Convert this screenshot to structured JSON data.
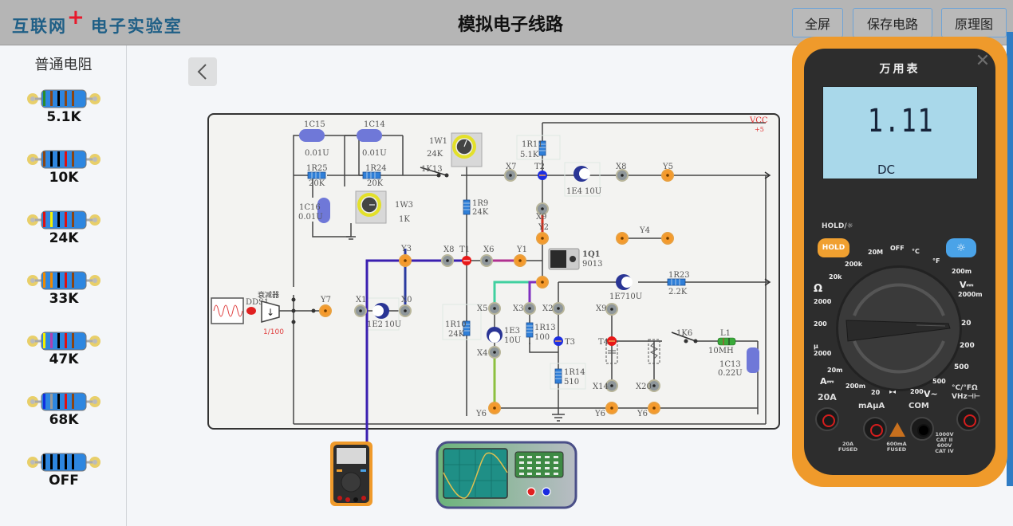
{
  "header": {
    "logo_main": "互联网",
    "logo_plus": "+",
    "logo_sub": "电子实验室",
    "title": "模拟电子线路",
    "buttons": [
      {
        "label": "全屏"
      },
      {
        "label": "保存电路"
      },
      {
        "label": "原理图"
      }
    ]
  },
  "sidebar": {
    "title": "普通电阻",
    "resistors": [
      {
        "label": "5.1K",
        "bands": [
          "#2a8c2a",
          "#8b4513",
          "#000000",
          "#8b4513",
          "#8b4513"
        ]
      },
      {
        "label": "10K",
        "bands": [
          "#8b4513",
          "#000000",
          "#000000",
          "#e01010",
          "#8b4513"
        ]
      },
      {
        "label": "24K",
        "bands": [
          "#e01010",
          "#f5f000",
          "#000000",
          "#e01010",
          "#8b4513"
        ]
      },
      {
        "label": "33K",
        "bands": [
          "#f08a00",
          "#f08a00",
          "#000000",
          "#e01010",
          "#8b4513"
        ]
      },
      {
        "label": "47K",
        "bands": [
          "#f5f000",
          "#b040b0",
          "#000000",
          "#e01010",
          "#8b4513"
        ]
      },
      {
        "label": "68K",
        "bands": [
          "#1030e0",
          "#9a9a9a",
          "#000000",
          "#e01010",
          "#8b4513"
        ]
      },
      {
        "label": "OFF",
        "bands": [
          "#000000",
          "#000000",
          "#000000",
          "#000000",
          "#000000"
        ]
      }
    ]
  },
  "nav": {
    "back_icon": "chevron-left-icon"
  },
  "circuit": {
    "vcc_label": "VCC",
    "vcc_value": "+5",
    "source_label": "DDS1",
    "attenuator_label": "衰减器",
    "attenuator_ratio": "1/100",
    "components": {
      "c15": {
        "name": "1C15",
        "value": "0.01U"
      },
      "c14": {
        "name": "1C14",
        "value": "0.01U"
      },
      "r25": {
        "name": "1R25",
        "value": "20K"
      },
      "r24": {
        "name": "1R24",
        "value": "20K"
      },
      "c16": {
        "name": "1C16",
        "value": "0.01U"
      },
      "w3": {
        "name": "1W3",
        "value": "1K"
      },
      "w1": {
        "name": "1W1",
        "value": "24K"
      },
      "k13": {
        "name": "1K13"
      },
      "r9": {
        "name": "1R9",
        "value": "24K"
      },
      "r11": {
        "name": "1R11",
        "value": "5.1K"
      },
      "e4": {
        "name": "1E4",
        "value": "10U"
      },
      "q1": {
        "name": "1Q1",
        "value": "9013"
      },
      "e2": {
        "name": "1E2",
        "value": "10U"
      },
      "r10": {
        "name": "1R10",
        "value": "24K"
      },
      "e3": {
        "name": "1E3",
        "value": "10U"
      },
      "r13": {
        "name": "1R13",
        "value": "100"
      },
      "e7": {
        "name": "1E7",
        "value": "10U"
      },
      "r23": {
        "name": "1R23",
        "value": "2.2K"
      },
      "r14": {
        "name": "1R14",
        "value": "510"
      },
      "k6": {
        "name": "1K6"
      },
      "l1": {
        "name": "L1",
        "value": "10MH"
      },
      "c13": {
        "name": "1C13",
        "value": "0.22U"
      }
    },
    "nodes": {
      "x1": "X1",
      "x0": "X0",
      "x2": "X2",
      "x3": "X3",
      "x4": "X4",
      "x5": "X5",
      "x6": "X6",
      "x7": "X7",
      "x8": "X8",
      "x9": "X9",
      "x8b": "X8",
      "x14": "X14",
      "x20": "X20",
      "xq": "X9",
      "y1": "Y1",
      "y2": "Y2",
      "y3": "Y3",
      "y4": "Y4",
      "y5": "Y5",
      "y6": "Y6",
      "y7": "Y7",
      "t1": "T1",
      "t2": "T2",
      "t3": "T3",
      "t4": "T4"
    },
    "wire_colors": {
      "probe": "#3a1fb0",
      "y3_x0": "#2a3aa0",
      "x6_y1": "#b03090",
      "x5_q": "#40d0a0",
      "x3_q": "#8030c0",
      "x4_y6": "#8cc040",
      "x9_y2": "#d03020"
    }
  },
  "multimeter": {
    "title": "万用表",
    "reading": "1.11",
    "mode": "DC",
    "hold_label": "HOLD/☼",
    "hold_button": "HOLD",
    "light_icon": "☼",
    "close_icon": "✕",
    "selected_range": "V⎓ 20",
    "dial_labels": {
      "off": "OFF",
      "r20M": "20M",
      "r200k": "200k",
      "r20k": "20k",
      "ohm": "Ω",
      "r2000": "2000",
      "r200": "200",
      "c_deg": "°C",
      "f_deg": "°F",
      "v200m": "200m",
      "vdc": "V⎓",
      "v2000m": "2000m",
      "v20": "20",
      "v200": "200",
      "v500": "500",
      "mu2000": "μ 2000",
      "a20m": "20m",
      "adc": "A⎓",
      "a200m": "200m",
      "a20": "20",
      "diode": "▸◂",
      "vac200": "200",
      "vac": "V~",
      "vac500": "500"
    },
    "jacks": [
      {
        "label": "20A",
        "note": "20A FUSED"
      },
      {
        "label": "mAμA",
        "note": "600mA FUSED"
      },
      {
        "label": "COM",
        "note": "1000V CAT II 600V CAT IV"
      },
      {
        "label": "°C/°FΩ VHz⊣⊢",
        "note": ""
      }
    ]
  },
  "tools": [
    {
      "name": "multimeter-tool"
    },
    {
      "name": "oscilloscope-tool"
    }
  ]
}
